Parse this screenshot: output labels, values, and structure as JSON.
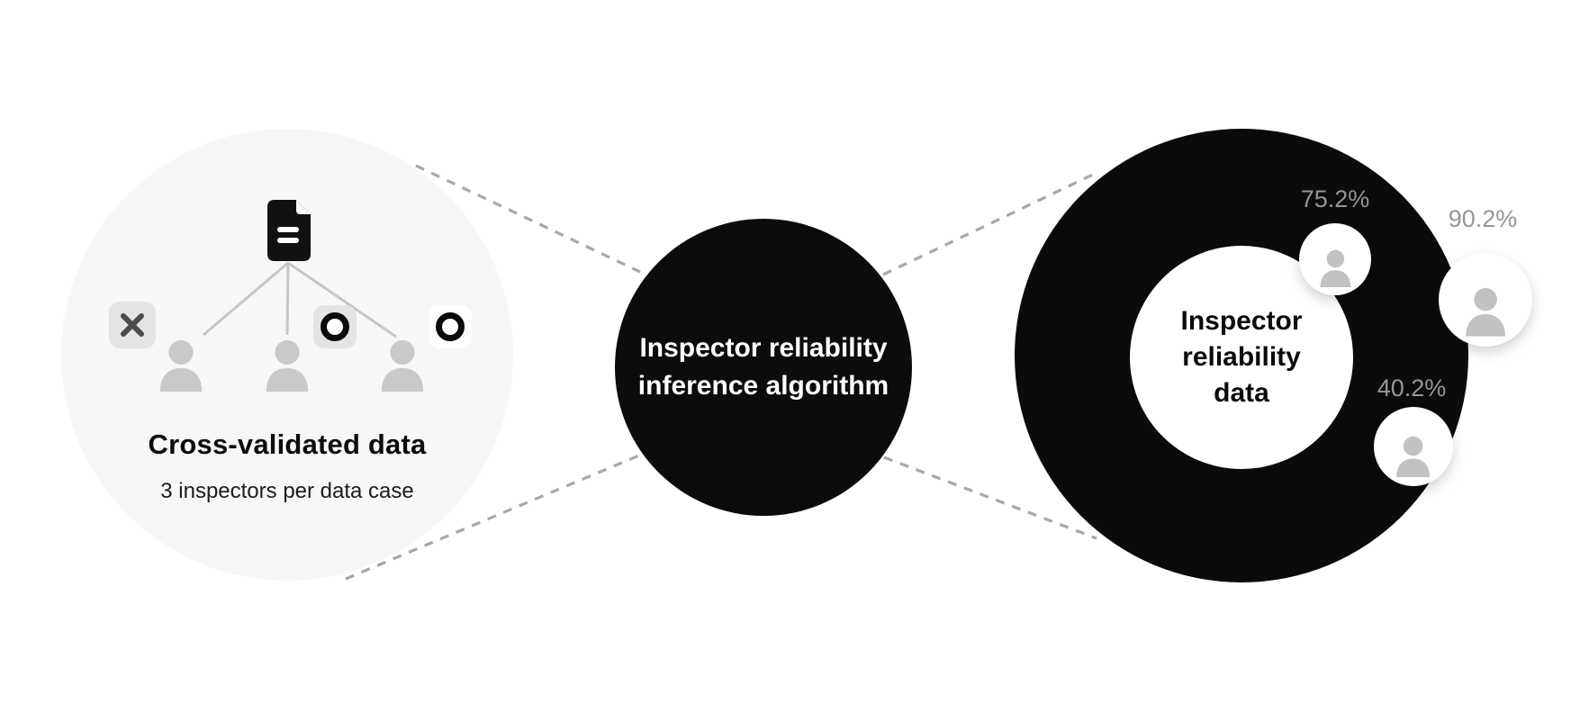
{
  "left_group": {
    "title": "Cross-validated data",
    "subtitle": "3 inspectors per data case",
    "inspector_marks": [
      {
        "mark": "x",
        "meaning": "rejected"
      },
      {
        "mark": "o",
        "meaning": "approved"
      },
      {
        "mark": "o",
        "meaning": "approved"
      }
    ]
  },
  "center_node": {
    "line1": "Inspector reliability",
    "line2": "inference algorithm"
  },
  "right_group": {
    "line1": "Inspector",
    "line2": "reliability",
    "line3": "data",
    "inspectors": [
      {
        "score": "75.2%"
      },
      {
        "score": "90.2%"
      },
      {
        "score": "40.2%"
      }
    ]
  },
  "colors": {
    "node_black": "#0c0c0c",
    "left_circle_bg": "#f7f7f7",
    "person_gray": "#c9c9c9",
    "score_label_gray": "#969696",
    "dash_gray": "#a8a8a8"
  }
}
